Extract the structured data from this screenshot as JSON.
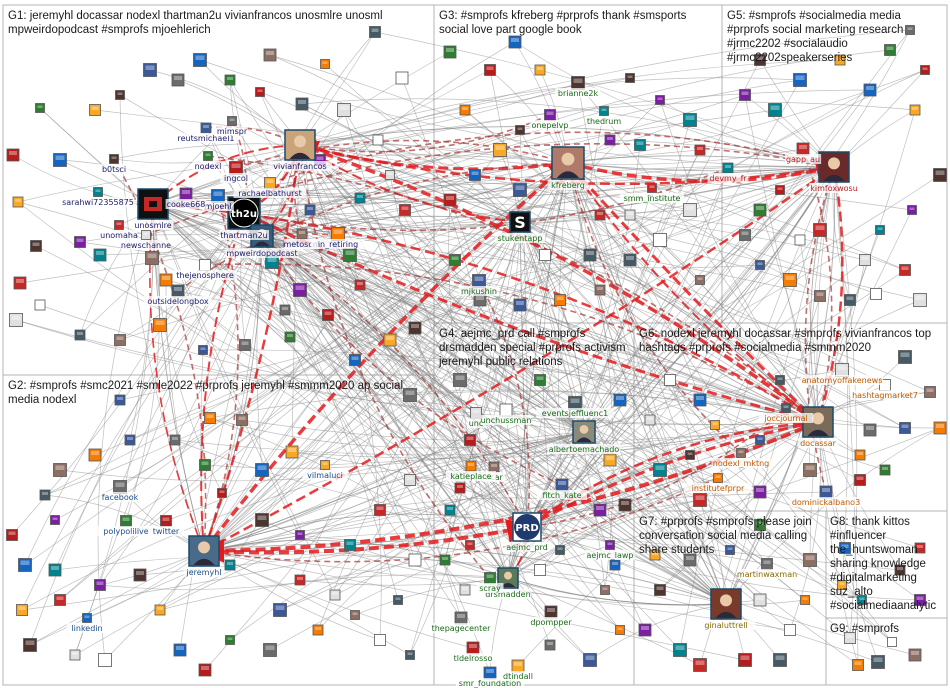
{
  "group_labels": {
    "g1": "G1: jeremyhl docassar nodexl thartman2u vivianfrancos unosmlre unosml\nmpweirdopodcast #smprofs mjoehlerich",
    "g2": "G2: #smprofs #smc2021 #smle2022 #prprofs jeremyhl #smmm2020 ap social\nmedia nodexl",
    "g3": "G3: #smprofs kfreberg #prprofs thank #smsports\nsocial love part google book",
    "g4": "G4: aejmc_prd call #smprofs\ndrsmadden special #prprofs activism\njeremyhl public relations",
    "g5": "G5: #smprofs #socialmedia media\n#prprofs social marketing research\n#jrmc2202 #socialaudio\n#jrmc2202speakerseries",
    "g6": "G6: nodexl jeremyhl docassar #smprofs vivianfrancos top\nhashtags #prprofs #socialmedia #smmm2020",
    "g7": "G7: #prprofs #smprofs please join\nconversation social media calling\nshare students",
    "g8": "G8: thank kittos\n#influencer\nthe_huntswoman\nsharing knowledge\n#digitalmarketing\nsuz_alto\n#socialmediaanalytic",
    "g9": "G9: #smprofs"
  },
  "hubs": [
    {
      "id": "jeremyhl",
      "label": "jeremyhl",
      "color": "#1a4a6b"
    },
    {
      "id": "docassar",
      "label": "docassar",
      "color": "#1a4a6b"
    },
    {
      "id": "kfreberg",
      "label": "kfreberg",
      "color": "#1a4a6b"
    },
    {
      "id": "kimfoxwosu",
      "label": "kimfoxwosu",
      "color": "#1a4a6b"
    },
    {
      "id": "vivianfrancos",
      "label": "vivianfrancos",
      "color": "#1a4a6b"
    },
    {
      "id": "thartman2u",
      "label": "thartman2u",
      "color": "#1a4a6b"
    },
    {
      "id": "unosmlre",
      "label": "unosmlre",
      "color": "#1a4a6b"
    },
    {
      "id": "aejmc_prd",
      "label": "aejmc_prd",
      "color": "#1a4a6b"
    },
    {
      "id": "ginaluttrell",
      "label": "ginaluttrell",
      "color": "#1a4a6b"
    },
    {
      "id": "mpweirdopodcast",
      "label": "mpweirdopodcast",
      "color": "#1a4a6b"
    },
    {
      "id": "stukentapp",
      "label": "stukentapp",
      "color": "#1a4a6b"
    },
    {
      "id": "drsmadden",
      "label": "drsmadden",
      "color": "#1a4a6b"
    },
    {
      "id": "albertoemachado",
      "label": "albertoemachado",
      "color": "#1a4a6b"
    }
  ],
  "node_labels": [
    "reutsmichael1",
    "mimspr",
    "nodexl",
    "ingcol",
    "mjoehl",
    "rachaelbathurst",
    "b0tsci",
    "cooke668",
    "sarahwi72355875",
    "unomaha",
    "newschanne",
    "thejenosphere",
    "outsidelongbox",
    "metoscm",
    "in_retiring",
    "mjkushin",
    "facebook",
    "polypolilive",
    "twitter",
    "linkedin",
    "vilmaluci",
    "brianne2k",
    "onepelvp",
    "thedrum",
    "smm_institute",
    "unc",
    "unchussman",
    "eventsjeffluenc1",
    "ncar",
    "katieplace",
    "fitch_kate",
    "thepagecenter",
    "scray",
    "tldelrosso",
    "smr_foundation",
    "dtindall",
    "dpompper",
    "aejmc_lawp",
    "devmy_fr",
    "gapp_au",
    "anatomyoffakenews",
    "hashtagmarket7",
    "joccjournal",
    "nodexl_mktng",
    "institutefprpr",
    "dominickalbano3",
    "martinwaxman"
  ],
  "colors": {
    "edge": "#8c8c8c",
    "edge_strong": "#e41a1c",
    "border": "#b4b4b4",
    "label_g1": "#1b1b6b",
    "label_g3": "#1a6b1a",
    "label_g6": "#c05a00",
    "label_g7": "#8a6a00"
  }
}
